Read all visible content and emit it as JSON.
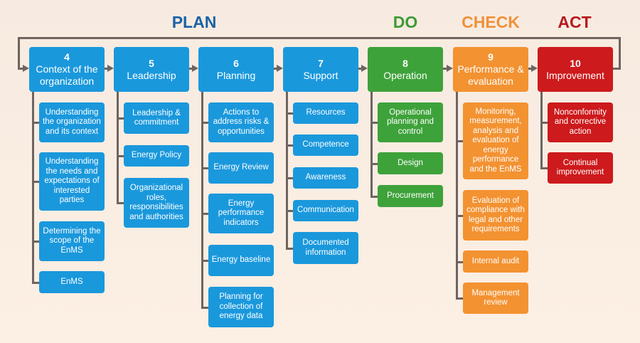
{
  "phases": [
    {
      "label": "PLAN",
      "color": "#1a62a6"
    },
    {
      "label": "DO",
      "color": "#3d9b35"
    },
    {
      "label": "CHECK",
      "color": "#f0913a"
    },
    {
      "label": "ACT",
      "color": "#b8191f"
    }
  ],
  "colors": {
    "plan": "#1a98dc",
    "do": "#3ea23a",
    "check": "#f39231",
    "act": "#cd1a1c",
    "connector": "#6e6460"
  },
  "columns": [
    {
      "number": "4",
      "title": "Context of the organization",
      "phase": "plan",
      "items": [
        "Understanding the organization and its context",
        "Understanding the needs and expectations of interested parties",
        "Determining the scope of the EnMS",
        "EnMS"
      ]
    },
    {
      "number": "5",
      "title": "Leadership",
      "phase": "plan",
      "items": [
        "Leadership & commitment",
        "Energy Policy",
        "Organizational roles, responsibilities and authorities"
      ]
    },
    {
      "number": "6",
      "title": "Planning",
      "phase": "plan",
      "items": [
        "Actions to address risks & opportunities",
        "Energy Review",
        "Energy performance indicators",
        "Energy baseline",
        "Planning for collection of energy data"
      ]
    },
    {
      "number": "7",
      "title": "Support",
      "phase": "plan",
      "items": [
        "Resources",
        "Competence",
        "Awareness",
        "Communication",
        "Documented information"
      ]
    },
    {
      "number": "8",
      "title": "Operation",
      "phase": "do",
      "items": [
        "Operational planning and control",
        "Design",
        "Procurement"
      ]
    },
    {
      "number": "9",
      "title": "Performance & evaluation",
      "phase": "check",
      "items": [
        "Monitoring, measurement, analysis and evaluation of energy performance and the EnMS",
        "Evaluation of compliance with legal and other requirements",
        "Internal audit",
        "Management review"
      ]
    },
    {
      "number": "10",
      "title": "Improvement",
      "phase": "act",
      "items": [
        "Nonconformity and corrective action",
        "Continual improvement"
      ]
    }
  ]
}
